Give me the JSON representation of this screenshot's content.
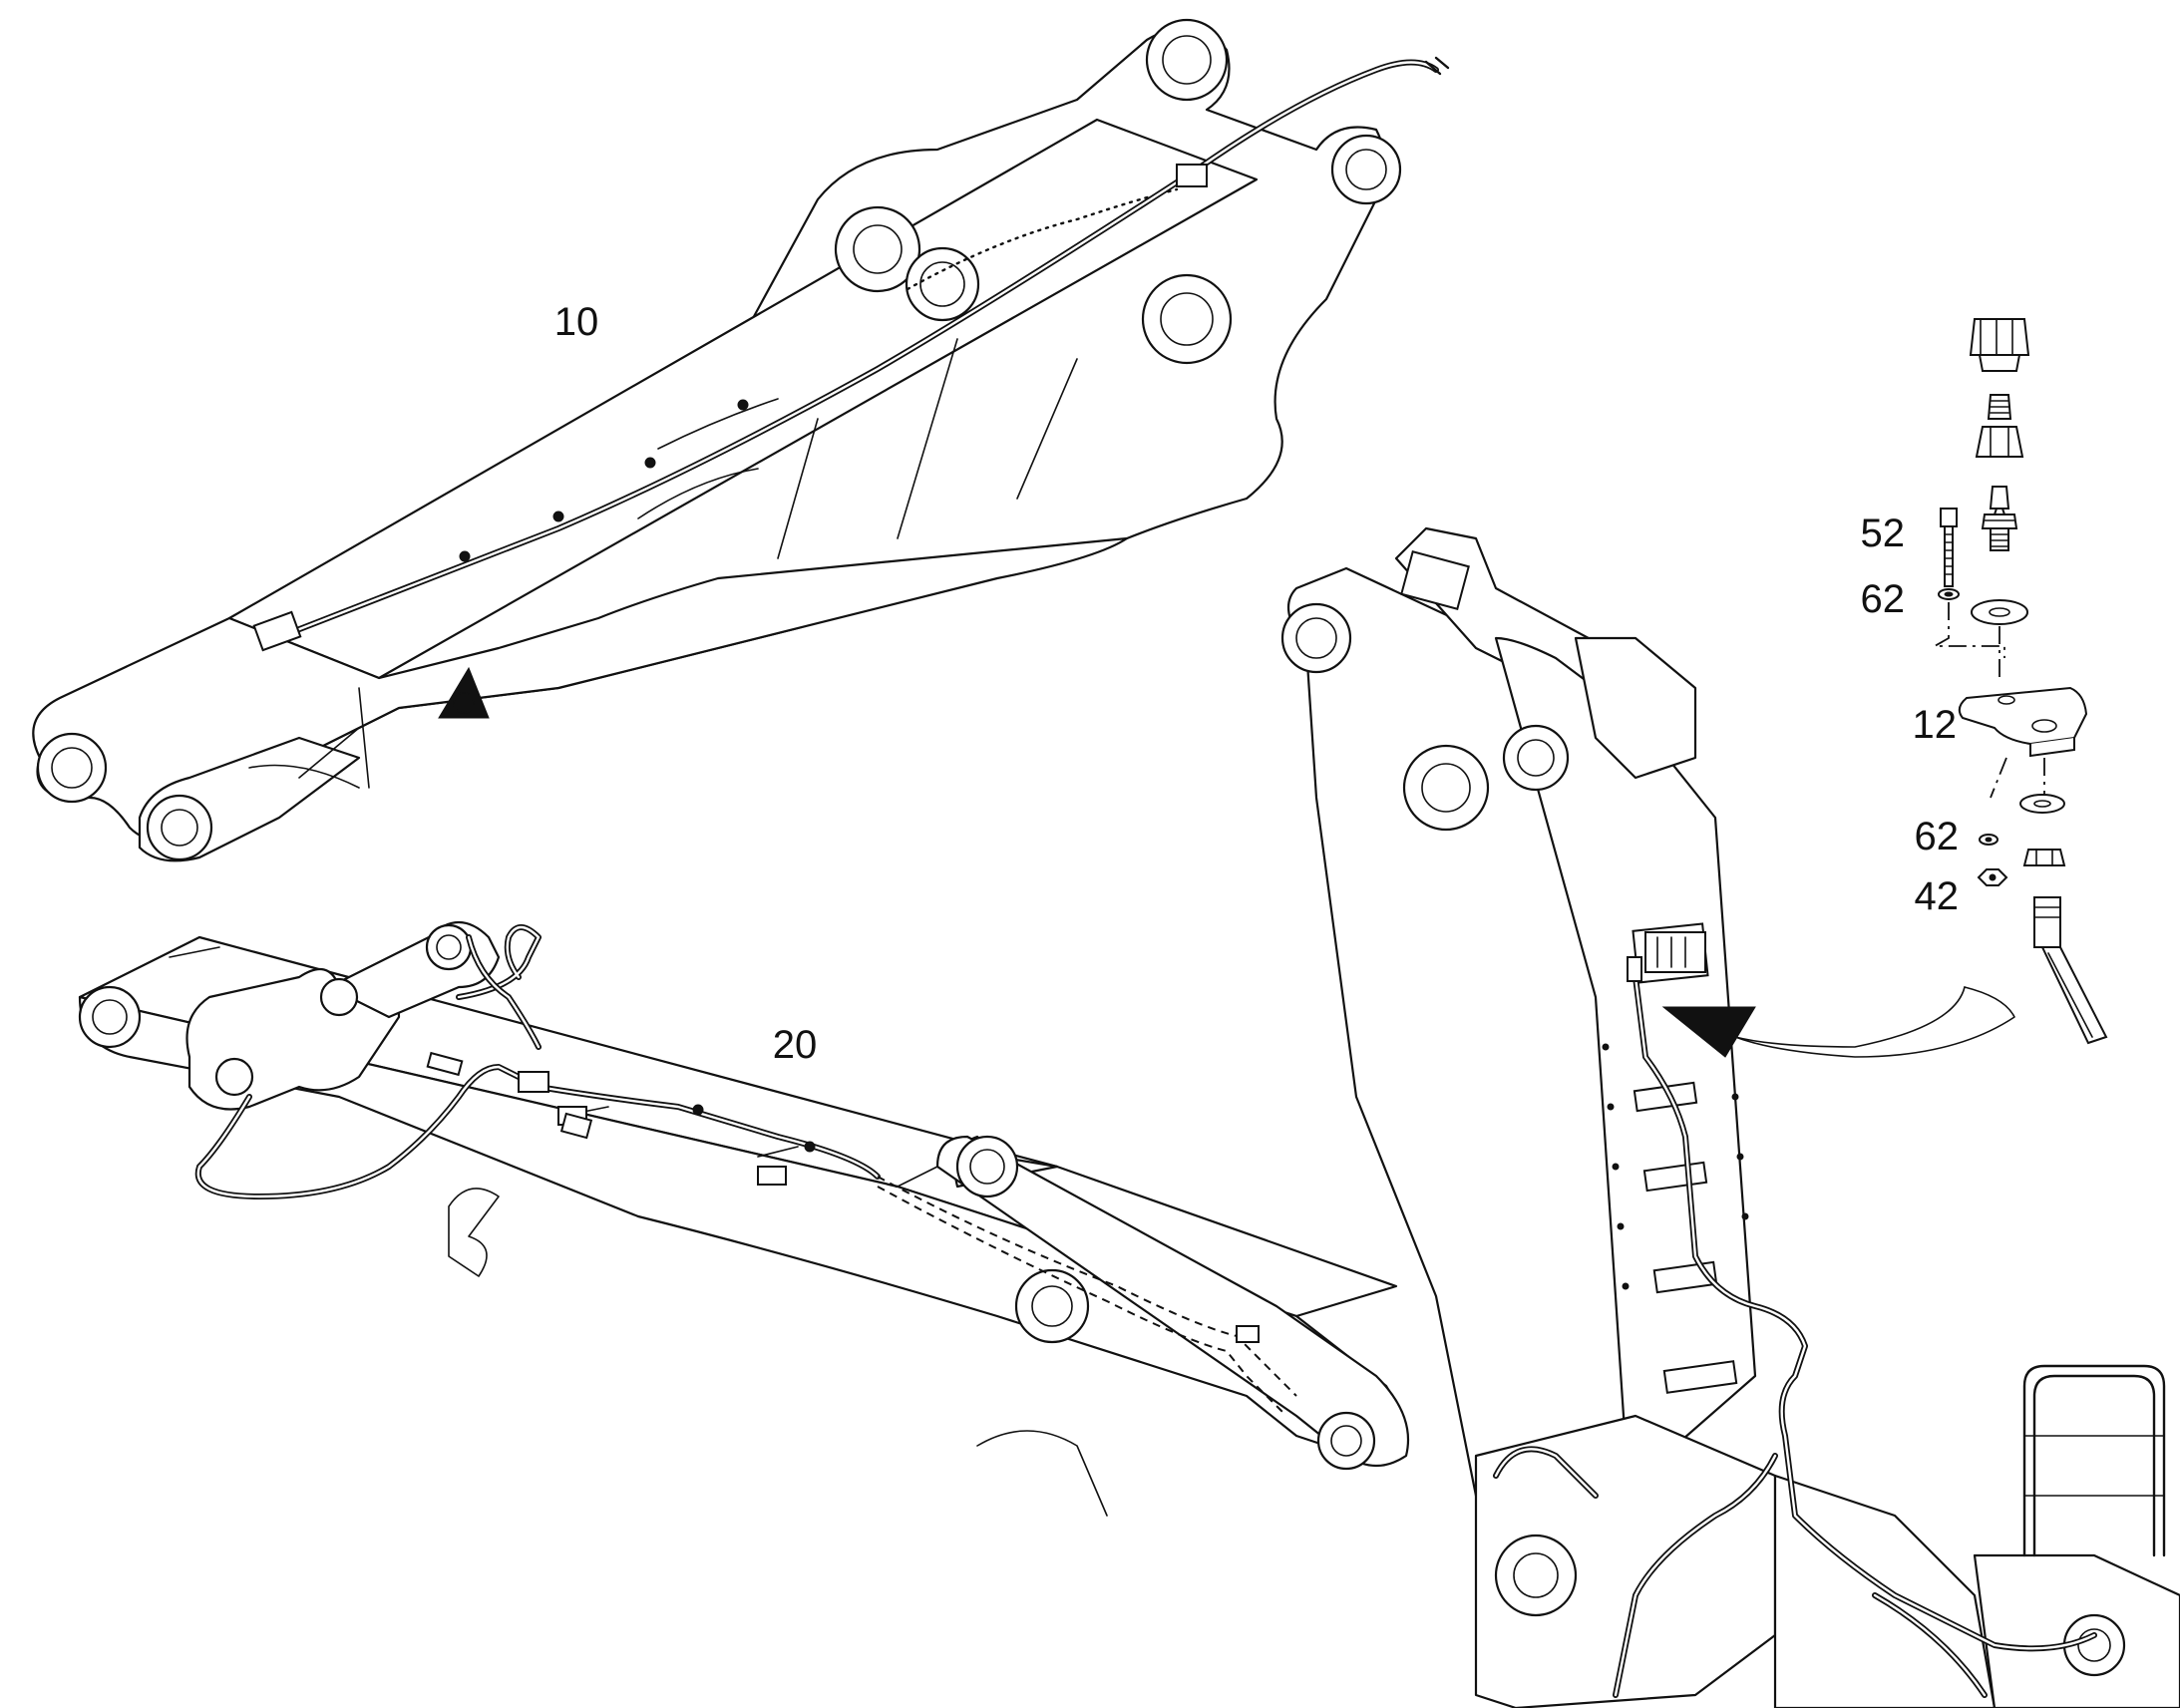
{
  "callouts": {
    "assembly_a": "10",
    "assembly_b": "20",
    "part_screw": "52",
    "part_washer_upper": "62",
    "part_bracket": "12",
    "part_washer_lower": "62",
    "part_nut": "42"
  }
}
